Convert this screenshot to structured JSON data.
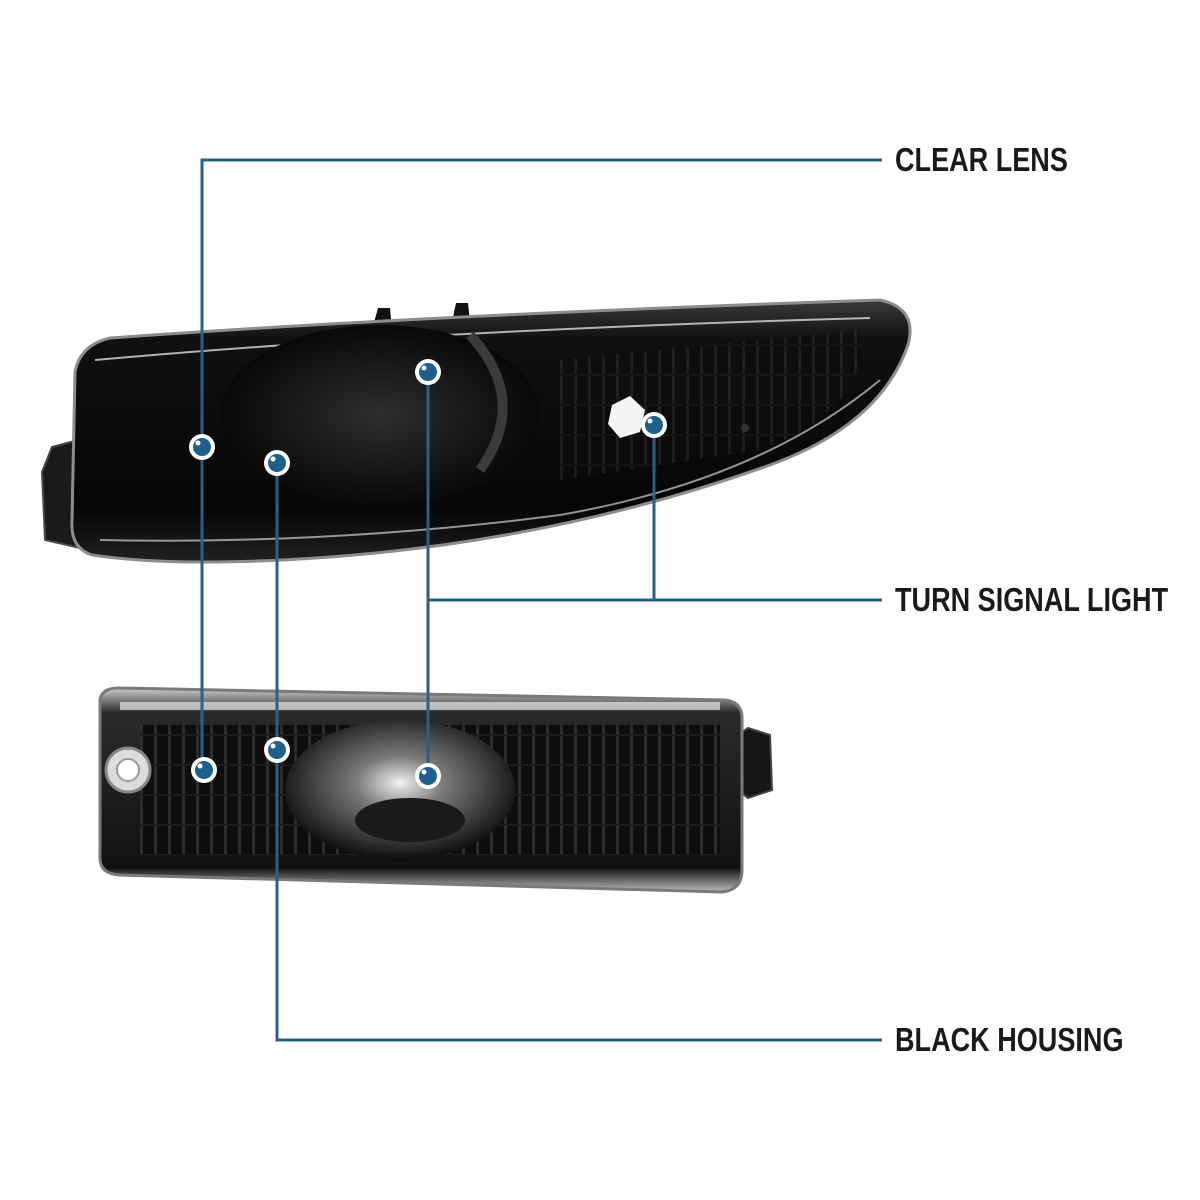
{
  "callouts": {
    "clear_lens": "CLEAR LENS",
    "turn_signal_light": "TURN SIGNAL LIGHT",
    "black_housing": "BLACK HOUSING"
  },
  "colors": {
    "leader_line": "#2b5f86",
    "marker_dot": "#1f5f8b",
    "label_text": "#1a1a1a",
    "lamp_body": "#0b0b0b"
  }
}
